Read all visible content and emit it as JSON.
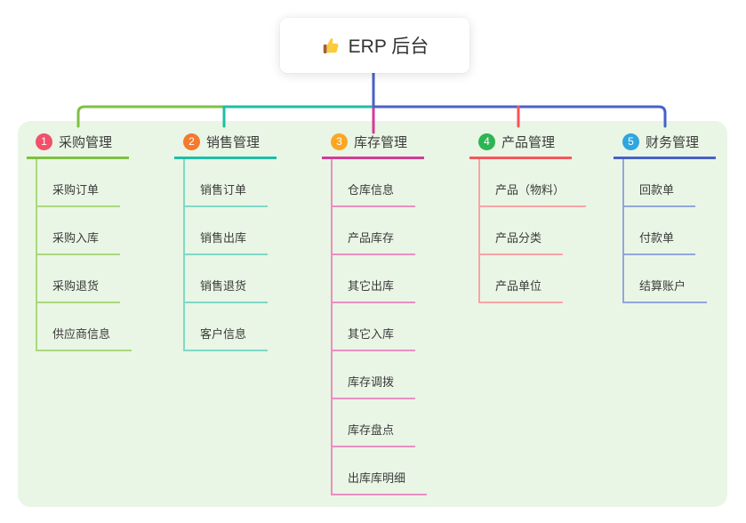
{
  "root": {
    "title": "ERP 后台",
    "icon": {
      "name": "thumbs-up-icon",
      "hand_color": "#FBCB3C",
      "sleeve_color": "#A5602F"
    }
  },
  "colors": {
    "root_connector": "#4A60C8",
    "panel_bg": "#E9F6E5",
    "card_bg": "#FFFFFF",
    "text": "#3B3B3B"
  },
  "branches": [
    {
      "num": "1",
      "label": "采购管理",
      "badge_color": "#F2506B",
      "line_color": "#7EC142",
      "child_line_color": "#ABD87D",
      "children": [
        "采购订单",
        "采购入库",
        "采购退货",
        "供应商信息"
      ]
    },
    {
      "num": "2",
      "label": "销售管理",
      "badge_color": "#F5792E",
      "line_color": "#1DBFA5",
      "child_line_color": "#7FD9C7",
      "children": [
        "销售订单",
        "销售出库",
        "销售退货",
        "客户信息"
      ]
    },
    {
      "num": "3",
      "label": "库存管理",
      "badge_color": "#FBA723",
      "line_color": "#D23C97",
      "child_line_color": "#EA8FC3",
      "children": [
        "仓库信息",
        "产品库存",
        "其它出库",
        "其它入库",
        "库存调拨",
        "库存盘点",
        "出库库明细"
      ]
    },
    {
      "num": "4",
      "label": "产品管理",
      "badge_color": "#2DB453",
      "line_color": "#F7555B",
      "child_line_color": "#F9A3A7",
      "children": [
        "产品（物料）",
        "产品分类",
        "产品单位"
      ]
    },
    {
      "num": "5",
      "label": "财务管理",
      "badge_color": "#2FA6DE",
      "line_color": "#4A60C8",
      "child_line_color": "#93A6DC",
      "children": [
        "回款单",
        "付款单",
        "结算账户"
      ]
    }
  ]
}
